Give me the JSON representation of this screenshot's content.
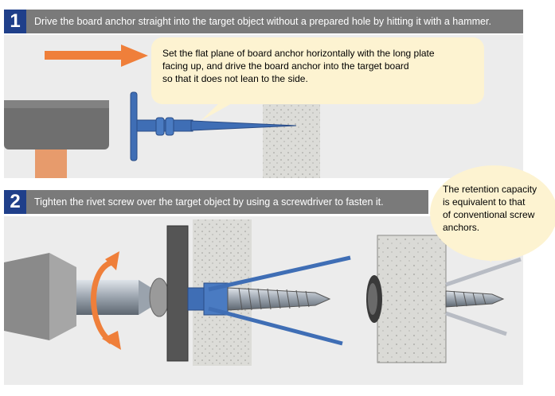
{
  "step1": {
    "number": "1",
    "text": "Drive the board anchor straight into the target object without a prepared hole by hitting it with a hammer."
  },
  "step2": {
    "number": "2",
    "text": "Tighten the rivet screw over the target object by using a screwdriver to fasten it."
  },
  "callout1": {
    "lines": [
      "Set the flat plane of board anchor horizontally with the long plate",
      "facing up, and drive the board anchor into the target board",
      "so that it does not lean to the side."
    ]
  },
  "callout2": {
    "lines": [
      "The retention capacity",
      "is equivalent to that",
      "of conventional screw",
      "anchors."
    ]
  },
  "colors": {
    "step_number_bg": "#1f3f8a",
    "step_bar_bg": "#7a7a7a",
    "arrow": "#ef7f3a",
    "anchor_blue": "#3f6eb5",
    "callout_bg": "#fdf3d1"
  }
}
